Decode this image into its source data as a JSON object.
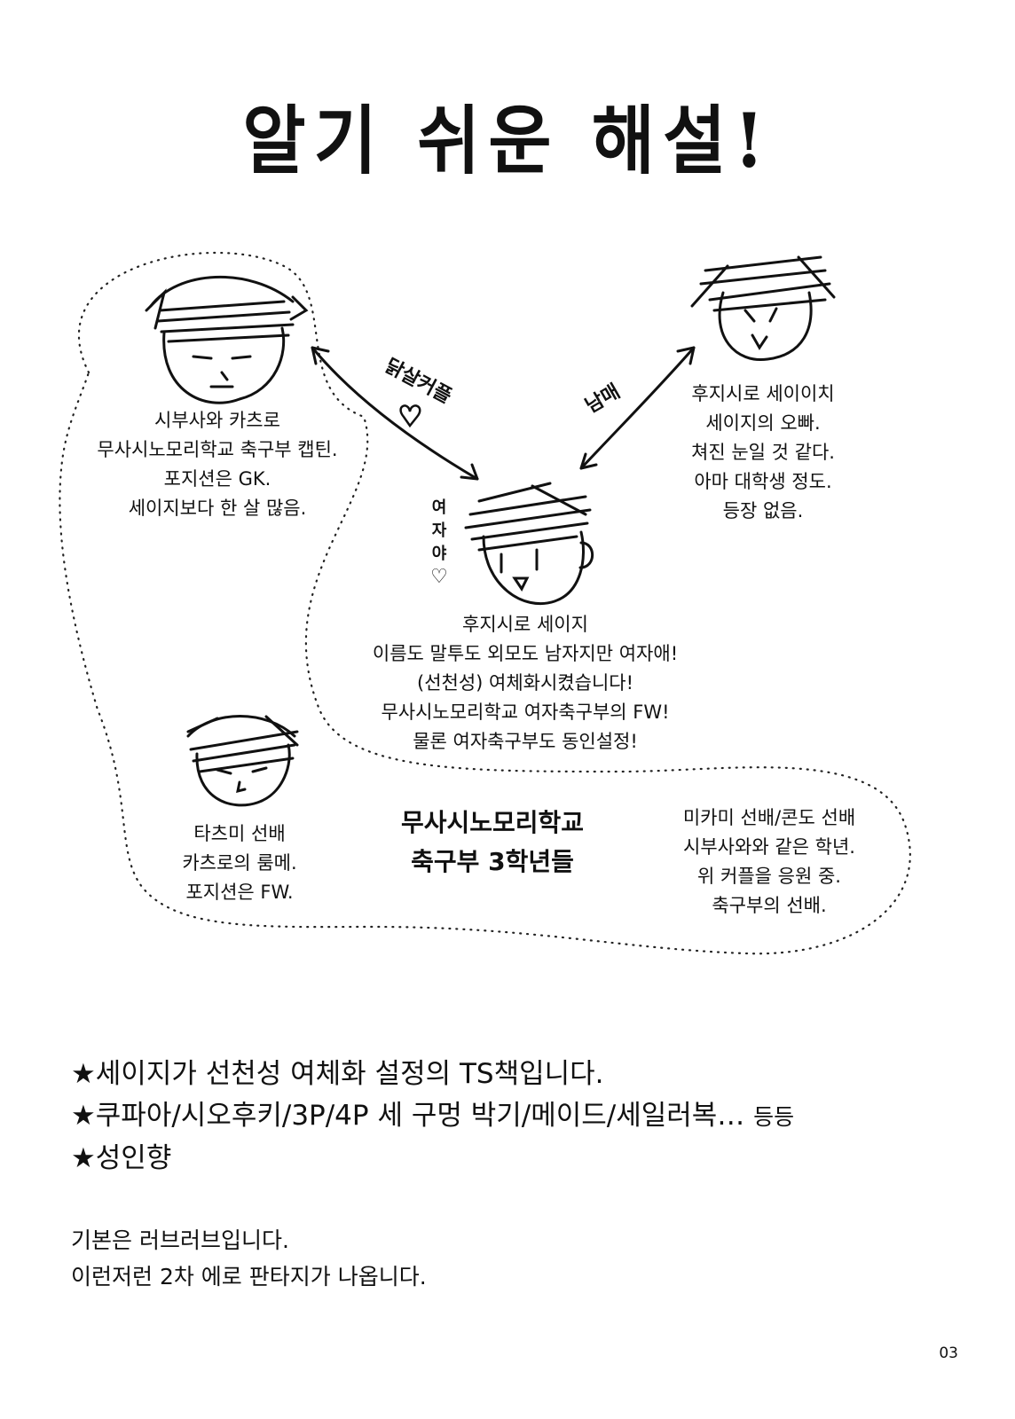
{
  "title": "알기 쉬운 해설!",
  "relations": {
    "couple_label": "닭살커플",
    "sibling_label": "남매",
    "girl_note": [
      "여",
      "자",
      "야",
      "♡"
    ]
  },
  "characters": {
    "shibusawa": {
      "lines": [
        "시부사와 카츠로",
        "무사시노모리학교 축구부 캡틴.",
        "포지션은 GK.",
        "세이지보다 한 살 많음."
      ]
    },
    "seiichi": {
      "lines": [
        "후지시로 세이이치",
        "세이지의 오빠.",
        "쳐진 눈일 것 같다.",
        "아마 대학생 정도.",
        "등장 없음."
      ]
    },
    "seiji": {
      "lines": [
        "후지시로 세이지",
        "이름도 말투도 외모도 남자지만 여자애!",
        "(선천성) 여체화시켰습니다!",
        "무사시노모리학교 여자축구부의 FW!",
        "물론 여자축구부도 동인설정!"
      ]
    },
    "tatsumi": {
      "lines": [
        "타츠미 선배",
        "카츠로의 룸메.",
        "포지션은 FW."
      ]
    },
    "mikami": {
      "lines": [
        "미카미 선배/콘도 선배",
        "시부사와와 같은 학년.",
        "위 커플을 응원 중.",
        "축구부의 선배."
      ]
    }
  },
  "group_label": [
    "무사시노모리학교",
    "축구부 3학년들"
  ],
  "notes": {
    "line1": "★세이지가 선천성 여체화 설정의 TS책입니다.",
    "line2": "★쿠파아/시오후키/3P/4P 세 구멍 박기/메이드/세일러복…",
    "line2_suffix": "등등",
    "line3": "★성인향"
  },
  "basic": [
    "기본은 러브러브입니다.",
    "이런저런 2차 에로 판타지가 나옵니다."
  ],
  "page_number": "03"
}
